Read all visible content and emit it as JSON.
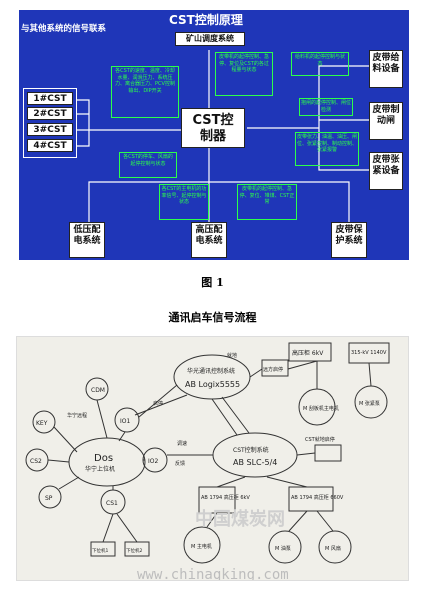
{
  "diagram": {
    "header_left": "与其他系统的信号联系",
    "title": "CST控制原理",
    "center_label": "CST控制器",
    "cst_channels": [
      "1#CST",
      "2#CST",
      "3#CST",
      "4#CST"
    ],
    "mine_system": "矿山调度系统",
    "right_devices": [
      "皮带给料设备",
      "皮带制动闸",
      "皮带张紧设备"
    ],
    "bottom_devices": [
      "低压配电系统",
      "高压配电系统",
      "皮带保护系统"
    ],
    "notes": {
      "top_left": "各CST的速度、温度、冷却水量、润滑压力、系统压力、离合器压力、PCV控制输出、DIP开关",
      "top_center": "皮带机的起停控制、急停、复位及CST的各过程量与状态",
      "top_right": "给料机的起停控制与状态",
      "mid_right1": "抱闸的起停控制、闸位检测",
      "mid_right2": "皮带张力、油温、油压、闸位、张紧控制、制动控制、张紧报警",
      "bottom_left": "各CST的停车、风扇的起停控制与状态",
      "bottom_center_left": "各CST的主电机的功率信号、起停控制与状态",
      "bottom_center_right": "皮带机的起停控制、急停、复位、堆煤、CST正常"
    }
  },
  "captions": {
    "figure": "图 1",
    "section": "通讯启车信号流程"
  },
  "sketch": {
    "dos": "Dos",
    "dos_sub": "华宁上位机",
    "devices": [
      "CDM",
      "KEY",
      "CS2",
      "SP",
      "IO1",
      "IO2",
      "CS1"
    ],
    "comm_node": "华光通讯控制系统",
    "comm_model": "AB Logix5555",
    "cst_node": "CST控制系统",
    "cst_model": "AB SLC-5/4",
    "remote_start": "远方启停",
    "local_start": "CST就地启停",
    "hv_main": "高压柜 6kV",
    "motor_main": "M 刮板机主电机",
    "hv_low": "315-kV 1140V",
    "motor_low": "M 张紧泵",
    "hv_left": "AB 1794 高压柜 6kV",
    "hv_right": "AB 1794 高压柜 660V",
    "motor_a": "M 主电机",
    "motor_b": "M 油泵",
    "motor_c": "M 风扇",
    "scribbles": [
      "华宁远程",
      "启停",
      "调速",
      "反馈",
      "下位机1",
      "下位机2",
      "就地"
    ],
    "watermark": "中国煤炭网",
    "url": "www.chinaqking.com"
  }
}
